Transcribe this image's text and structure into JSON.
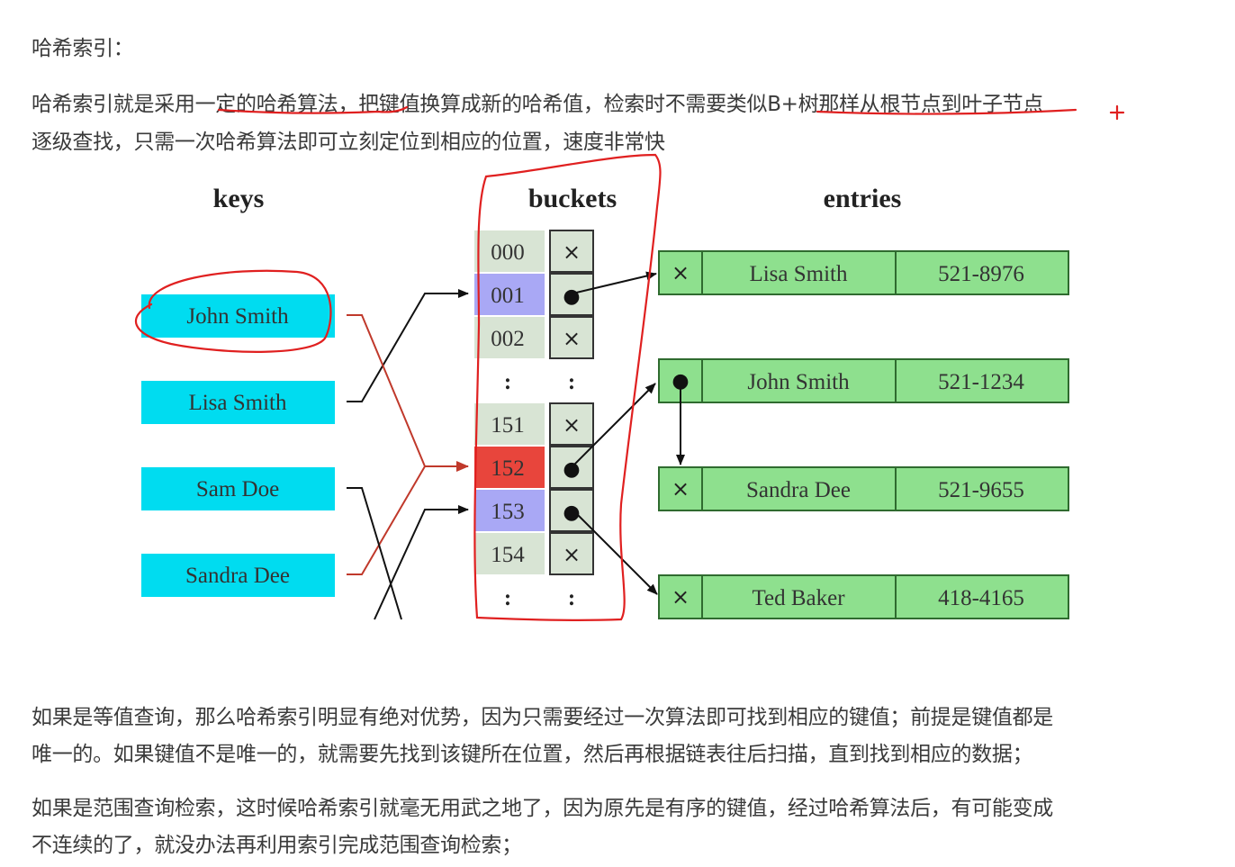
{
  "doc": {
    "heading": "哈希索引：",
    "para1_line1": "哈希索引就是采用一定的哈希算法，把键值换算成新的哈希值，检索时不需要类似B+树那样从根节点到叶子节点",
    "para1_line2": "逐级查找，只需一次哈希算法即可立刻定位到相应的位置，速度非常快",
    "para2_line1": "如果是等值查询，那么哈希索引明显有绝对优势，因为只需要经过一次算法即可找到相应的键值；前提是键值都是",
    "para2_line2": "唯一的。如果键值不是唯一的，就需要先找到该键所在位置，然后再根据链表往后扫描，直到找到相应的数据；",
    "para3_line1": "如果是范围查询检索，这时候哈希索引就毫无用武之地了，因为原先是有序的键值，经过哈希算法后，有可能变成",
    "para3_line2": "不连续的了，就没办法再利用索引完成范围查询检索；"
  },
  "diagram": {
    "headers": {
      "keys": "keys",
      "buckets": "buckets",
      "entries": "entries"
    },
    "keys": [
      "John Smith",
      "Lisa Smith",
      "Sam Doe",
      "Sandra Dee"
    ],
    "buckets": [
      "000",
      "001",
      "002",
      ":",
      "151",
      "152",
      "153",
      "154",
      ":"
    ],
    "bucket_marks": [
      "×",
      "●",
      "×",
      ":",
      "×",
      "●",
      "●",
      "×",
      ":"
    ],
    "entries": [
      {
        "mark": "×",
        "name": "Lisa Smith",
        "phone": "521-8976"
      },
      {
        "mark": "●",
        "name": "John Smith",
        "phone": "521-1234"
      },
      {
        "mark": "×",
        "name": "Sandra Dee",
        "phone": "521-9655"
      },
      {
        "mark": "×",
        "name": "Ted Baker",
        "phone": "418-4165"
      }
    ],
    "colors": {
      "key_fill": "#00dcf0",
      "bucket_fill": "#d8e4d4",
      "bucket_highlight": "#a9a8f5",
      "bucket_collision": "#e8453c",
      "entry_fill": "#8ee08e",
      "annotation_red": "#e02020"
    }
  }
}
